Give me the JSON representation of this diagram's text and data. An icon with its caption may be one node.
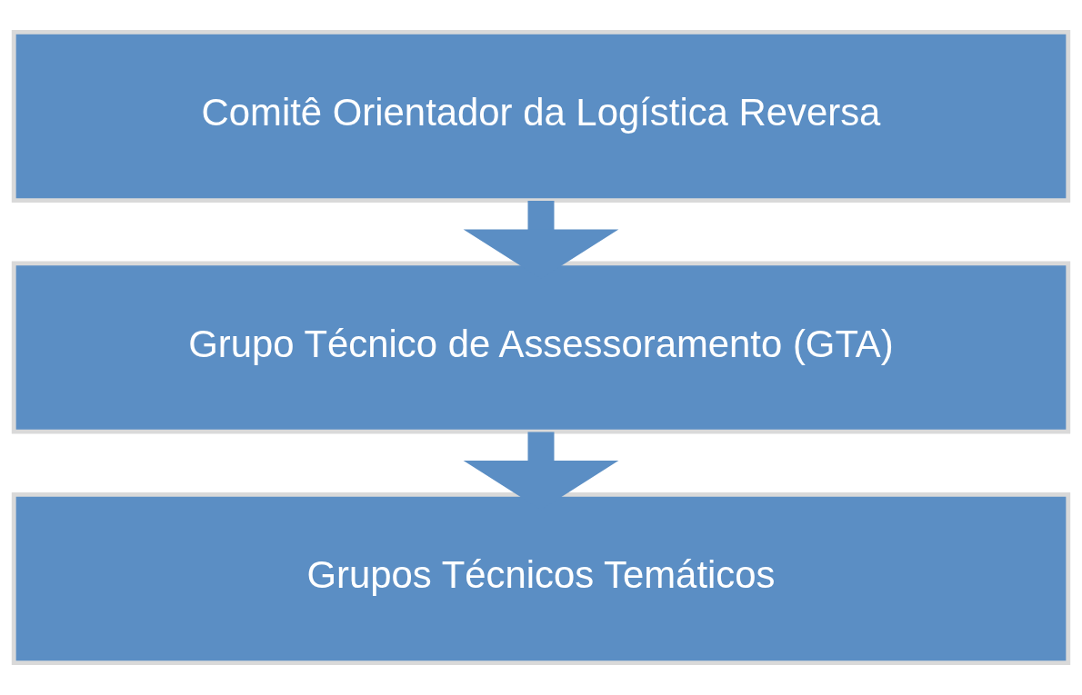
{
  "diagram": {
    "nodes": [
      {
        "text": [
          "Comitê Orientador da Logística Reversa"
        ]
      },
      {
        "text": [
          "Grupo Técnico de Assessoramento (GTA)"
        ]
      },
      {
        "text": [
          "Grupos Técnicos Temáticos"
        ]
      }
    ],
    "edges": [
      {
        "from": 0,
        "to": 1,
        "arrow": "to"
      },
      {
        "from": 1,
        "to": 2,
        "arrow": "to"
      }
    ]
  }
}
